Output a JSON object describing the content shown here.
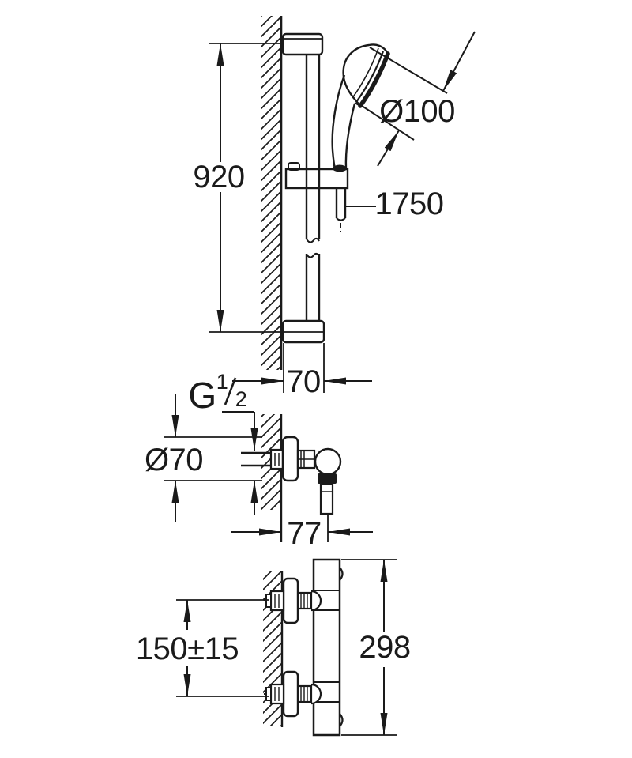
{
  "page": {
    "background": "#ffffff",
    "ink_color": "#1a1a1a",
    "type": "technical dimension drawing, shower rail set with wall union and thermostatic mixer side views"
  },
  "labels": {
    "rail_height": "920",
    "head_diameter": "Ø100",
    "hose_length": "1750",
    "rail_wall_offset": "70",
    "thread_prefix": "G",
    "thread_numerator": "1",
    "thread_denominator": "2",
    "escutcheon_diameter": "Ø70",
    "union_projection": "77",
    "inlet_spacing": "150±15",
    "body_height": "298"
  }
}
